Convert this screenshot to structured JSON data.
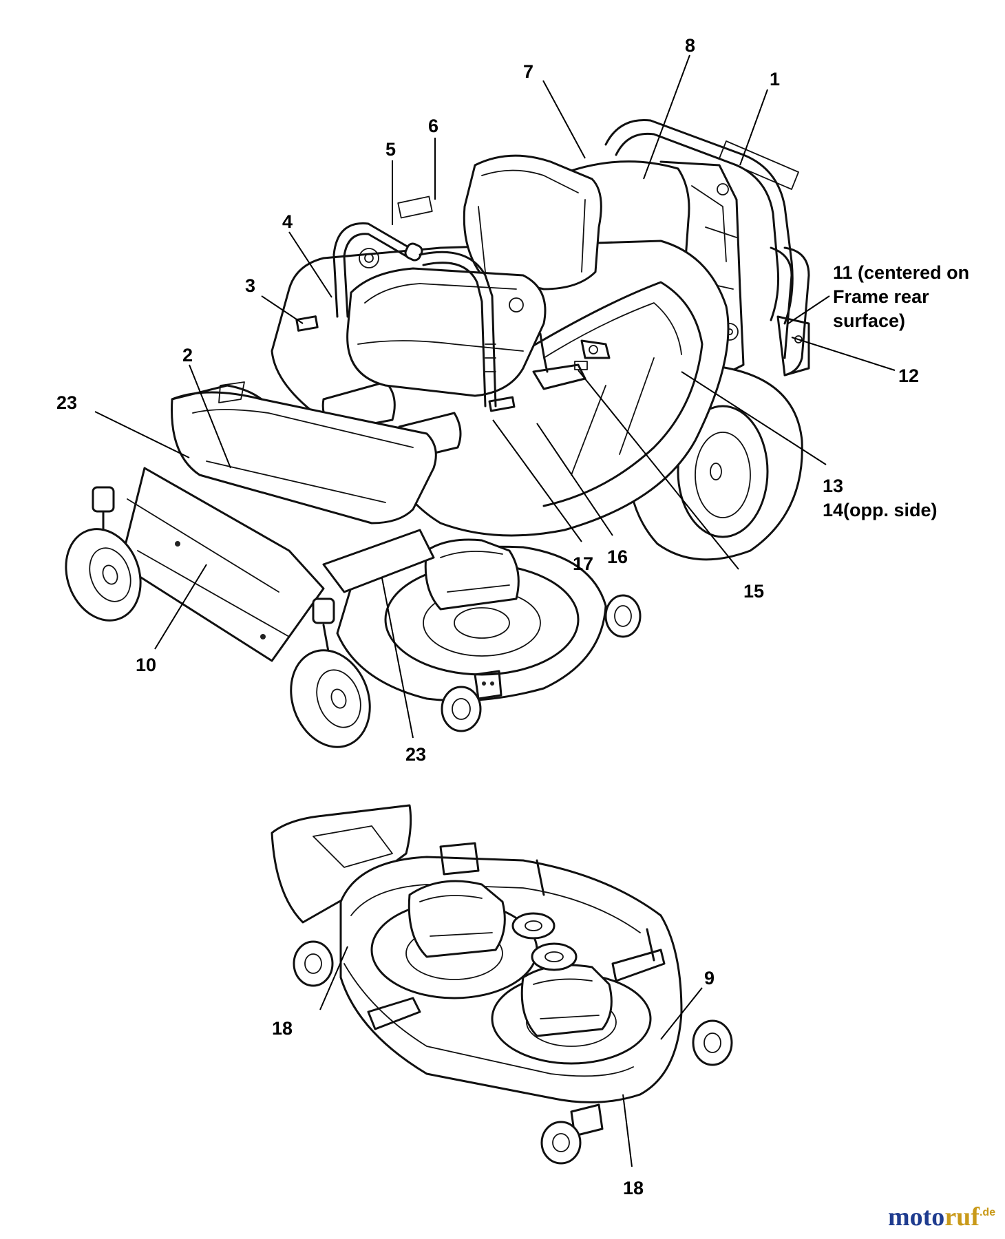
{
  "callouts": {
    "c1": "1",
    "c2": "2",
    "c3": "3",
    "c4": "4",
    "c5": "5",
    "c6": "6",
    "c7": "7",
    "c8": "8",
    "c9": "9",
    "c10": "10",
    "c12": "12",
    "c13": "13",
    "c15": "15",
    "c16": "16",
    "c17": "17",
    "c18a": "18",
    "c18b": "18",
    "c23a": "23",
    "c23b": "23"
  },
  "notes": {
    "n11_line1": "11 (centered on",
    "n11_line2": "Frame rear",
    "n11_line3": "surface)",
    "n14": "14(opp. side)"
  },
  "watermark": {
    "part1": "moto",
    "part2": "ruf",
    "suffix": ".de",
    "colors": {
      "part1": "#1f3c8f",
      "part2": "#c99a1a"
    }
  }
}
